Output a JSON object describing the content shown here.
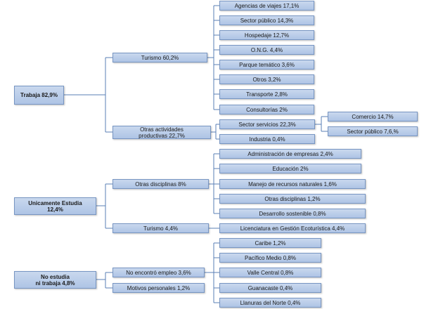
{
  "nodes": {
    "trabaja": "Trabaja  82,9%",
    "turismo": "Turismo 60,2%",
    "agencias": "Agencias de viajes 17,1%",
    "sector_publico_1": "Sector público 14,3%",
    "hospedaje": "Hospedaje 12,7%",
    "ong": "O.N.G. 4,4%",
    "parque": "Parque temático 3,6%",
    "otros": "Otros 3,2%",
    "transporte": "Transporte  2,8%",
    "consultorias": "Consultorías 2%",
    "otras_actividades": "Otras actividades\nproductivas 22,7%",
    "sector_servicios": "Sector servicios 22,3%",
    "industria": "Industria 0,4%",
    "comercio": "Comercio 14,7%",
    "sector_publico_2": "Sector público 7,6,%",
    "unicamente": "Unicamente Estudia\n12,4%",
    "otras_disciplinas": "Otras disciplinas 8%",
    "administracion": "Administración de empresas 2,4%",
    "educacion": "Educación 2%",
    "manejo": "Manejo  de recursos naturales 1,6%",
    "otras_disciplinas_2": "Otras disciplinas  1,2%",
    "desarrollo": "Desarrollo sostenible 0,8%",
    "turismo_2": "Turismo 4,4%",
    "licenciatura": "Licenciatura en Gestión Ecoturística 4,4%",
    "no_estudia": "No estudia\nni trabaja 4,8%",
    "no_encontro": "No encontró empleo 3,6%",
    "motivos": "Motivos personales 1,2%",
    "caribe": "Caribe 1,2%",
    "pacifico": "Pacífico Medio 0,8%",
    "valle": "Valle Central 0,8%",
    "guanacaste": "Guanacaste 0,4%",
    "llanuras": "Llanuras del Norte 0,4%"
  },
  "colors": {
    "box_fill": "#bccfe9",
    "box_border": "#7795c2",
    "connector": "#5a7fb5"
  }
}
